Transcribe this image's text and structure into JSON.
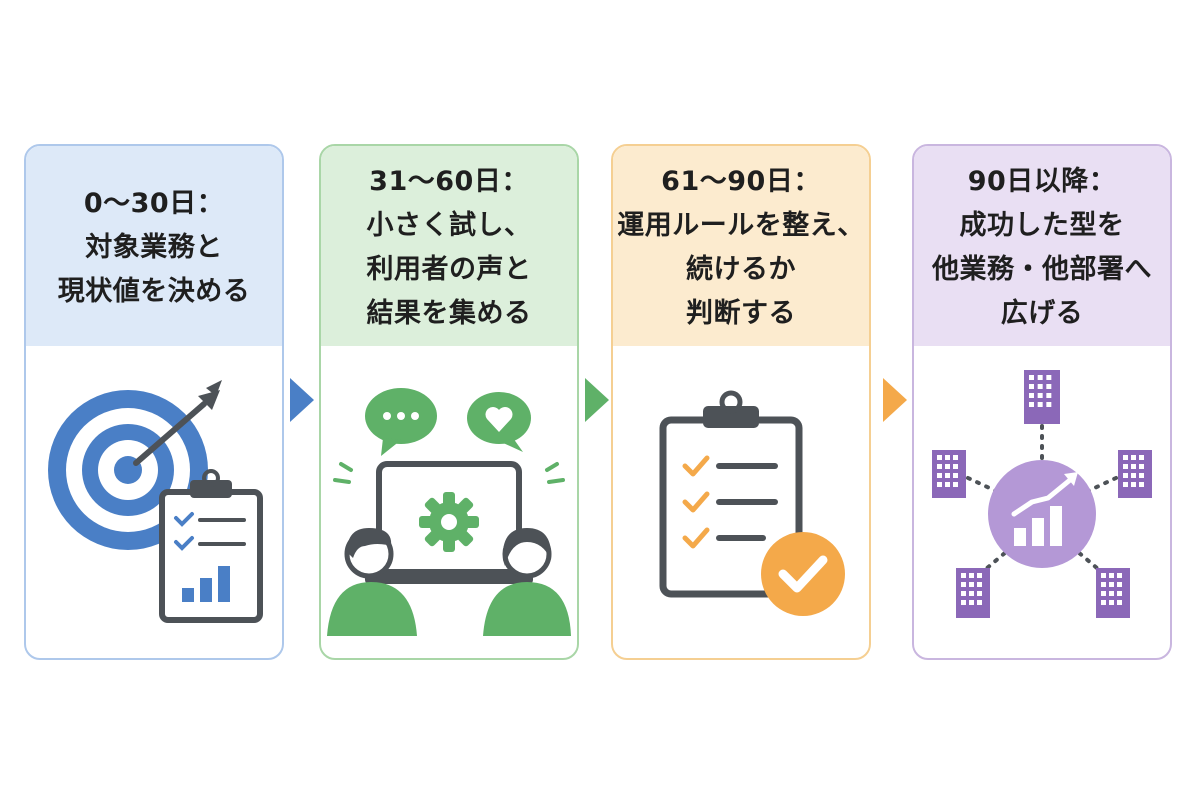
{
  "phases": [
    {
      "lines": [
        "0〜30日：",
        "対象業務と",
        "現状値を決める"
      ],
      "icon": "target-with-checklist-icon",
      "colors": {
        "border": "#aec8eb",
        "head": "#dde9f8",
        "accent": "#4a7fc6"
      }
    },
    {
      "lines": [
        "31〜60日：",
        "小さく試し、",
        "利用者の声と",
        "結果を集める"
      ],
      "icon": "users-laptop-feedback-icon",
      "colors": {
        "border": "#a9d6a7",
        "head": "#dcefdb",
        "accent": "#5fb168"
      }
    },
    {
      "lines": [
        "61〜90日：",
        "運用ルールを整え、",
        "続けるか",
        "判断する"
      ],
      "icon": "clipboard-checklist-icon",
      "colors": {
        "border": "#f5cf92",
        "head": "#fcebcf",
        "accent": "#f4a94a"
      }
    },
    {
      "lines": [
        "90日以降：",
        "成功した型を",
        "他業務・他部署へ",
        "広げる"
      ],
      "icon": "buildings-network-growth-icon",
      "colors": {
        "border": "#c9b6df",
        "head": "#e9dff3",
        "accent": "#8b68b8"
      }
    }
  ],
  "arrow_colors": [
    "#4a7fc6",
    "#5fb168",
    "#f4a94a"
  ],
  "icon_gray": "#4d5257"
}
